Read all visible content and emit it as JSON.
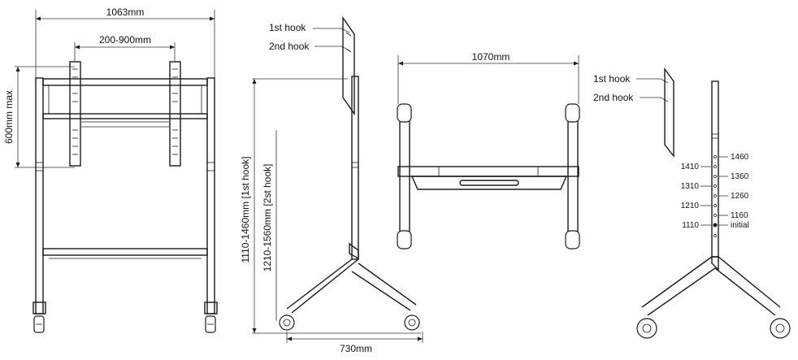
{
  "front_view": {
    "width_label": "1063mm",
    "vesa_label": "200-900mm",
    "height_max_label": "600mm  max"
  },
  "side_view": {
    "hook1_label": "1st hook",
    "hook2_label": "2nd hook",
    "range1_label": "1110-1460mm  [1st hook]",
    "range2_label": "1210-1560mm  [2st hook]",
    "base_label": "730mm"
  },
  "top_view": {
    "width_label": "1070mm"
  },
  "detail_view": {
    "hook1_label": "1st hook",
    "hook2_label": "2nd hook",
    "left_marks": [
      "1410",
      "1310",
      "1210",
      "1110"
    ],
    "right_marks": [
      "1460",
      "1360",
      "1260",
      "1160",
      "initial"
    ]
  }
}
